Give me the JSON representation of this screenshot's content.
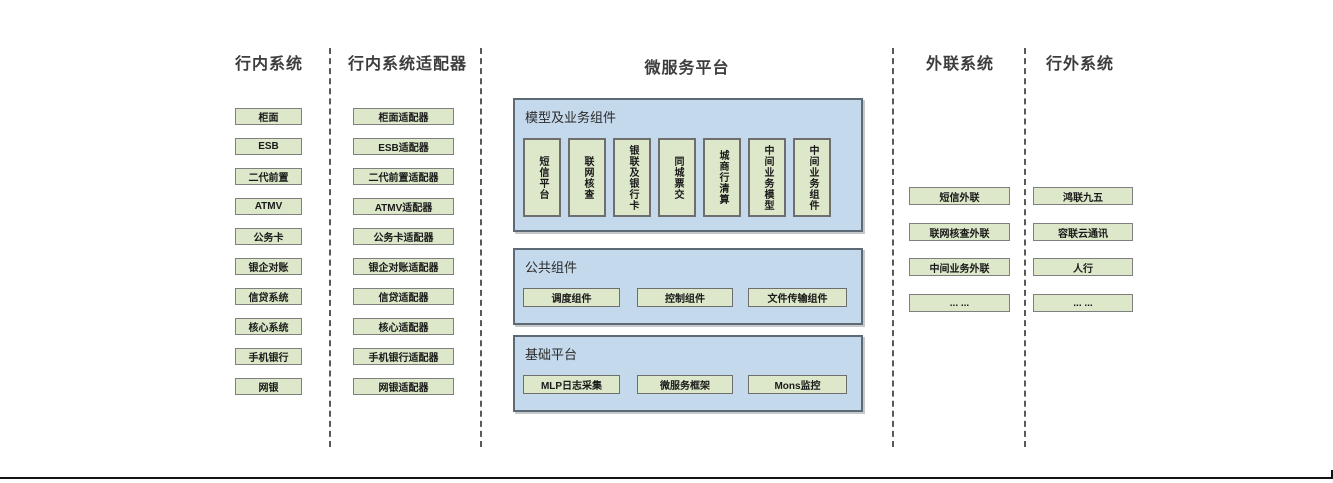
{
  "diagram": {
    "columns": [
      {
        "title": "行内系统",
        "items": [
          "柜面",
          "ESB",
          "二代前置",
          "ATMV",
          "公务卡",
          "银企对账",
          "信贷系统",
          "核心系统",
          "手机银行",
          "网银"
        ]
      },
      {
        "title": "行内系统适配器",
        "items": [
          "柜面适配器",
          "ESB适配器",
          "二代前置适配器",
          "ATMV适配器",
          "公务卡适配器",
          "银企对账适配器",
          "信贷适配器",
          "核心适配器",
          "手机银行适配器",
          "网银适配器"
        ]
      },
      {
        "title": "微服务平台",
        "panels": [
          {
            "title": "模型及业务组件",
            "items": [
              "短信平台",
              "联网核查",
              "银联及银行卡",
              "同城票交",
              "城商行清算",
              "中间业务模型",
              "中间业务组件"
            ]
          },
          {
            "title": "公共组件",
            "items": [
              "调度组件",
              "控制组件",
              "文件传输组件"
            ]
          },
          {
            "title": "基础平台",
            "items": [
              "MLP日志采集",
              "微服务框架",
              "Mons监控"
            ]
          }
        ]
      },
      {
        "title": "外联系统",
        "items": [
          "短信外联",
          "联网核查外联",
          "中间业务外联",
          "... ..."
        ]
      },
      {
        "title": "行外系统",
        "items": [
          "鸿联九五",
          "容联云通讯",
          "人行",
          "... ..."
        ]
      }
    ],
    "colors": {
      "background": "#ffffff",
      "box_fill": "#dce8c9",
      "box_border": "#7f7f7f",
      "panel_fill": "#c5d9ec",
      "panel_border": "#5d6974",
      "divider": "#595959",
      "title_text": "#3d3d3d",
      "bottom_rule": "#141414"
    }
  }
}
